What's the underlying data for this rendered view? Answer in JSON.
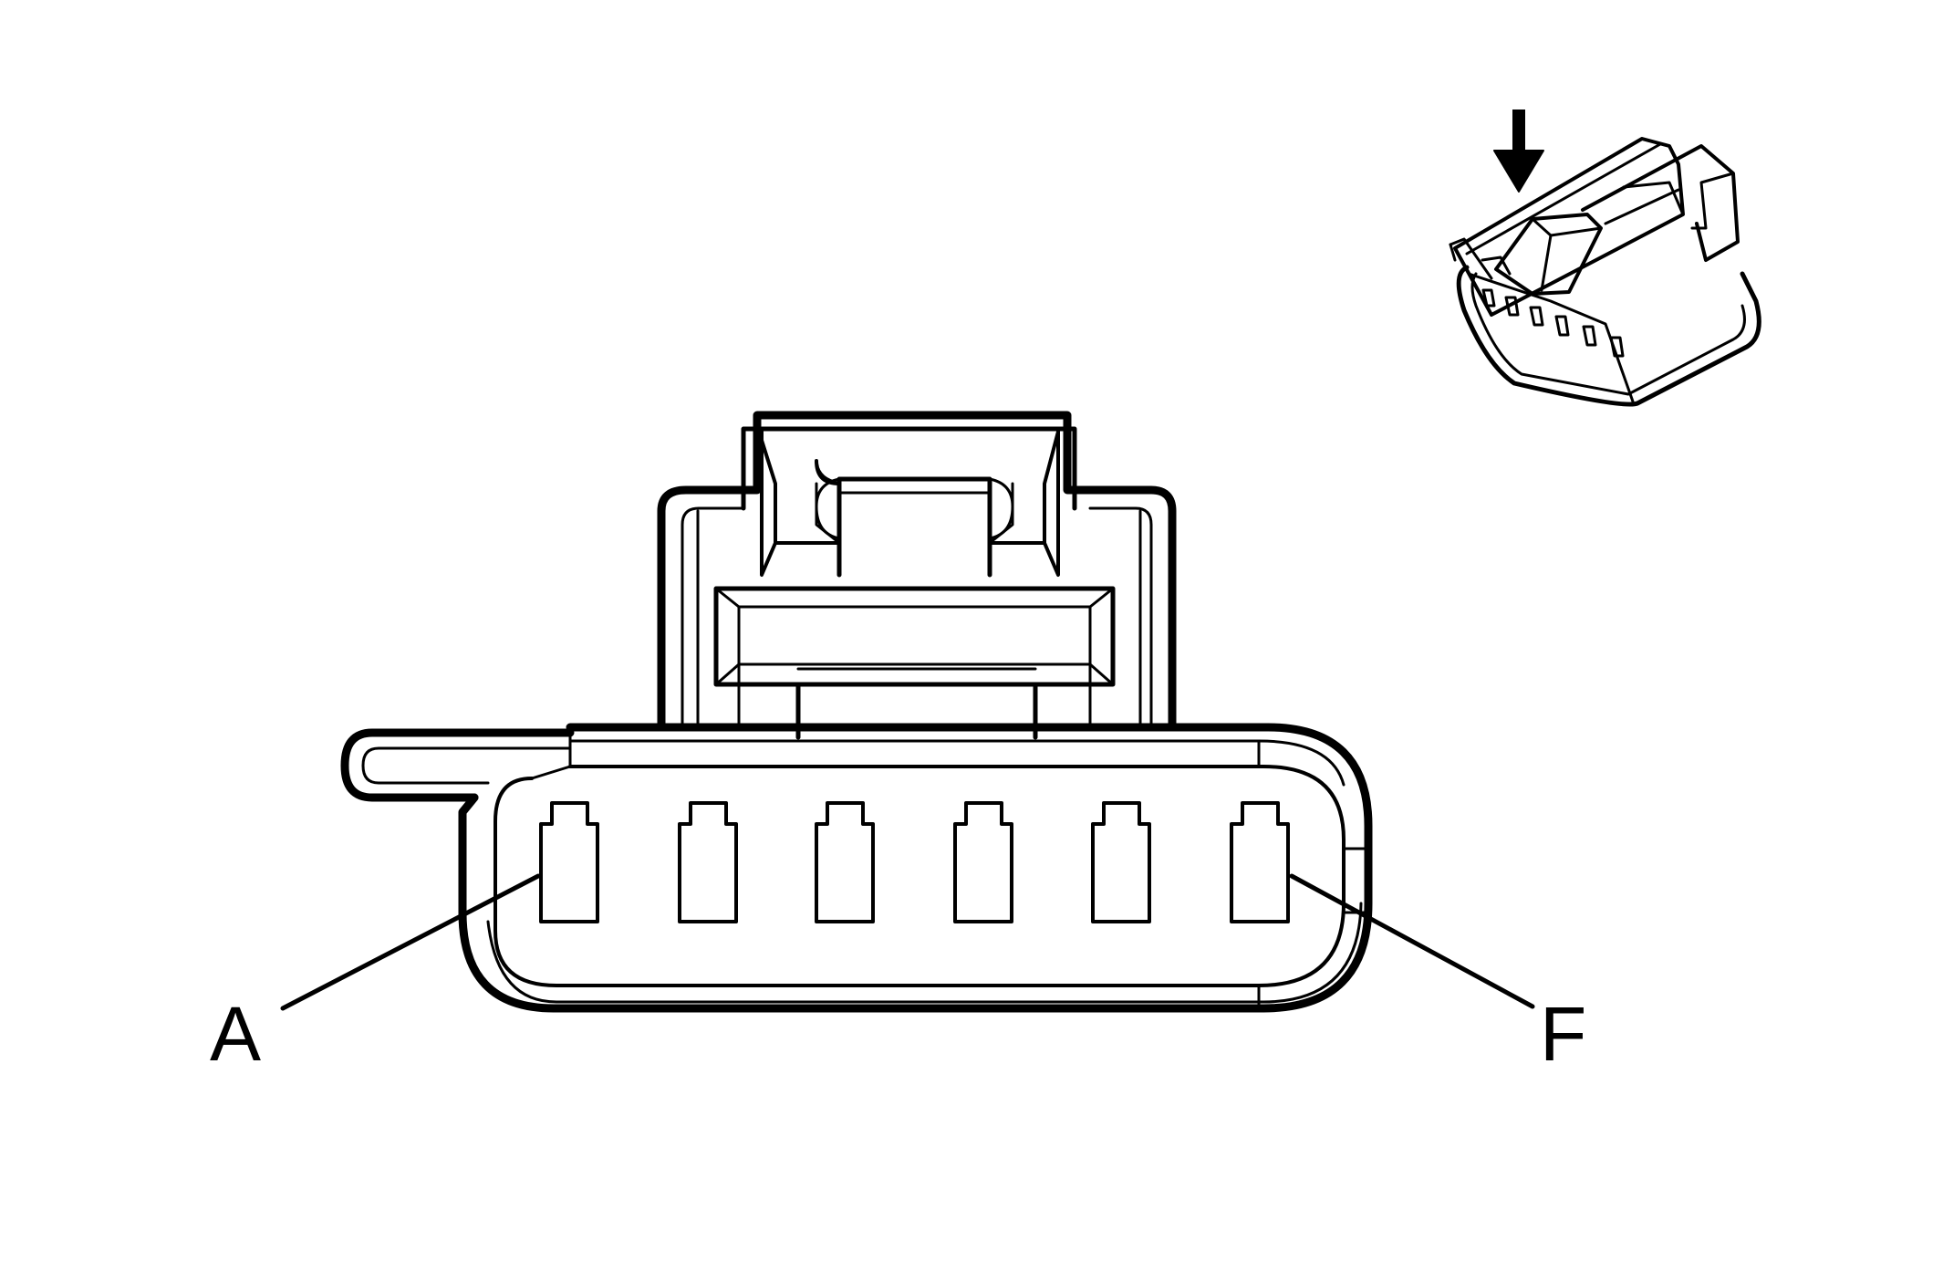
{
  "connector": {
    "pin_count": 6,
    "pin_labels": {
      "first": "A",
      "last": "F"
    }
  },
  "inset": {
    "view_indicator": "down-arrow-icon"
  },
  "colors": {
    "line": "#000000",
    "background": "#ffffff"
  }
}
